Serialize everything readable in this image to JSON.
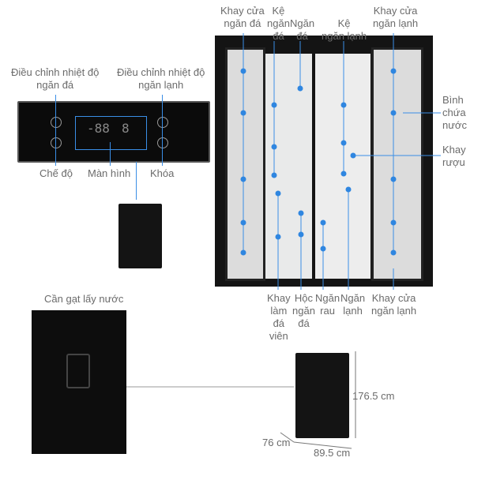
{
  "panel_labels": {
    "freezer_temp": "Điều chỉnh nhiệt độ\nngăn đá",
    "fridge_temp": "Điều chỉnh nhiệt độ\nngăn lạnh",
    "mode": "Chế độ",
    "display": "Màn hình",
    "lock": "Khóa"
  },
  "panel_display": {
    "left": "-88",
    "right": "8"
  },
  "top_labels": {
    "freezer_door_tray": "Khay cửa\nngăn đá",
    "freezer_shelf": "Kệ\nngăn\nđá",
    "freezer": "Ngăn\nđá",
    "fridge_shelf": "Kệ\nngăn lạnh",
    "fridge_door_tray": "Khay cửa\nngăn lạnh"
  },
  "side_labels": {
    "water_bottle": "Bình\nchứa\nnước",
    "wine_rack": "Khay\nrượu"
  },
  "bottom_labels": {
    "ice_tray": "Khay\nlàm\nđá\nviên",
    "freezer_box": "Hộc\nngăn\nđá",
    "vegetable": "Ngăn\nrau",
    "fridge": "Ngăn\nlạnh",
    "fridge_door_tray": "Khay cửa\nngăn lạnh"
  },
  "dispenser_label": "Cần gạt lấy nước",
  "dimensions": {
    "height": "176.5 cm",
    "depth": "76 cm",
    "width": "89.5 cm"
  },
  "colors": {
    "accent": "#2f86e0",
    "fridge": "#141414",
    "text": "#6b6b6b"
  }
}
